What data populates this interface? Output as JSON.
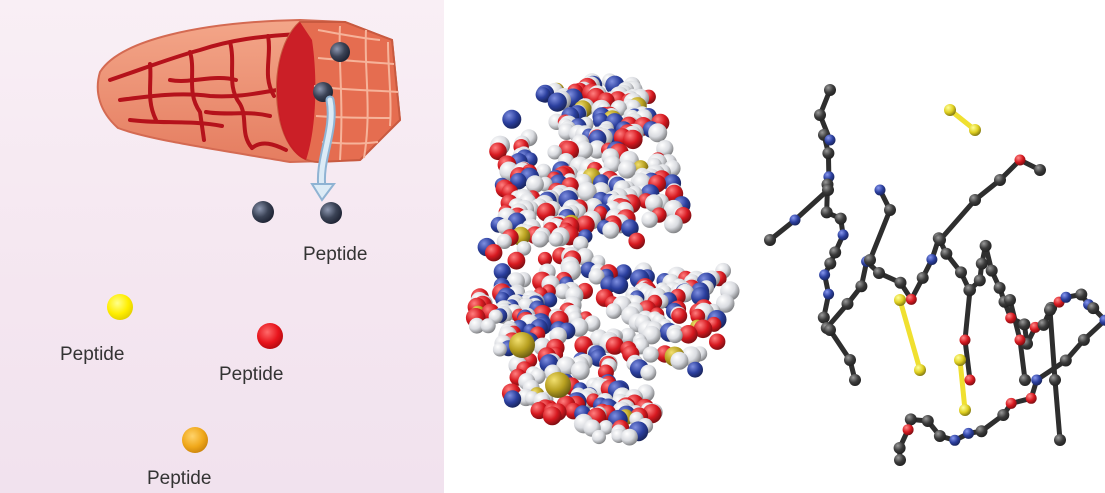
{
  "colors": {
    "background_left": "#f6e9f2",
    "muscle_fiber": "#e88a6f",
    "blood_vessel": "#b5121b",
    "peptide_navy": "#3b4356",
    "peptide_yellow": "#ffee00",
    "peptide_red": "#e8141c",
    "peptide_amber": "#f0a81a",
    "arrow": "#bcd6ea",
    "atom_oxygen": "#d71920",
    "atom_nitrogen": "#2b3f9e",
    "atom_carbon": "#3a3a3a",
    "atom_hydrogen": "#d9dbe0",
    "atom_sulfur": "#f0e030"
  },
  "labels": {
    "peptide_navy": "Peptide",
    "peptide_yellow": "Peptide",
    "peptide_red": "Peptide",
    "peptide_amber": "Peptide"
  }
}
